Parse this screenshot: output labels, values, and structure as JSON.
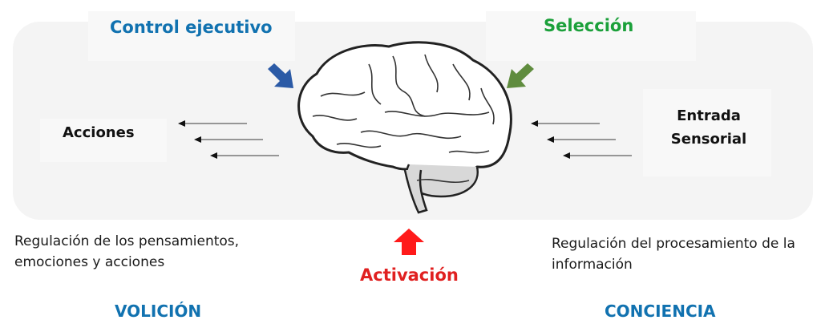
{
  "diagram": {
    "top_left_label": "Control ejecutivo",
    "top_right_label": "Selección",
    "left_box_label": "Acciones",
    "right_box_label": "Entrada Sensorial",
    "bottom_center_label": "Activación",
    "left_description": "Regulación de los pensamientos, emociones y acciones",
    "right_description": "Regulación del procesamiento de la información",
    "left_category": "VOLICIÓN",
    "right_category": "CONCIENCIA",
    "center_image": "brain-illustration"
  },
  "colors": {
    "control_ejecutivo": "#1172b0",
    "seleccion": "#1ba03a",
    "activacion": "#e02020",
    "arrow_blue": "#2b5aa6",
    "arrow_green": "#5f8c3e",
    "arrow_red": "#ff1a1a",
    "panel_bg": "#f4f4f4"
  }
}
